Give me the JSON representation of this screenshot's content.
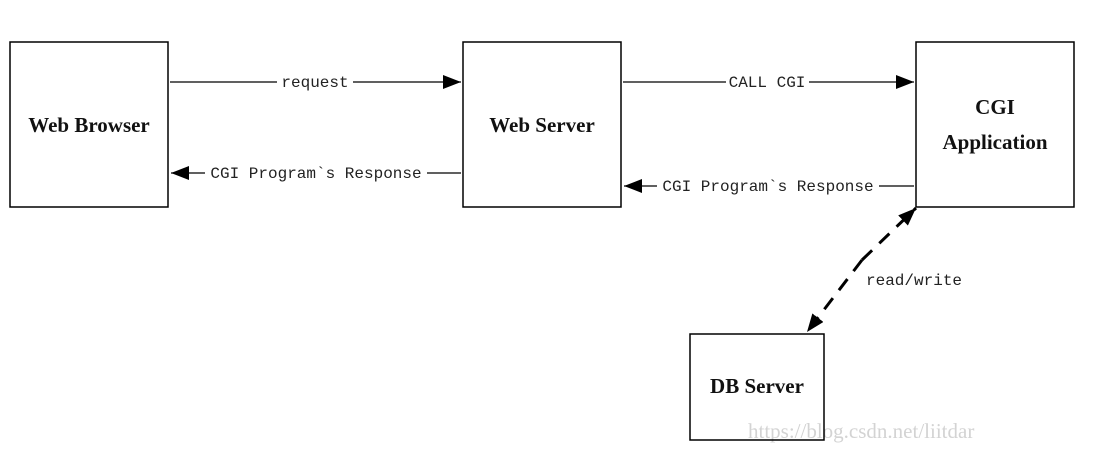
{
  "nodes": {
    "web_browser": "Web Browser",
    "web_server": "Web Server",
    "cgi_app_line1": "CGI",
    "cgi_app_line2": "Application",
    "db_server": "DB Server"
  },
  "edges": {
    "request": "request",
    "call_cgi": "CALL CGI",
    "response_to_browser": "CGI Program`s Response",
    "response_to_server": "CGI Program`s Response",
    "read_write": "read/write"
  },
  "watermark": "https://blog.csdn.net/liitdar"
}
